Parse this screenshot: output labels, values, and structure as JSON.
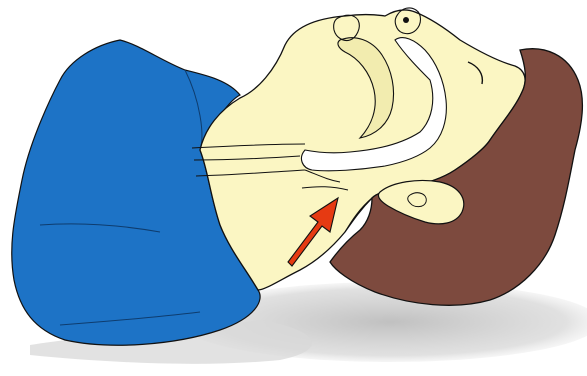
{
  "colors": {
    "background": "#ffffff",
    "skin": "#fbf6c3",
    "skin_shadow": "#f2ecaf",
    "hair": "#7d4a3e",
    "shirt": "#1d73c6",
    "shirt_shadow": "#1a64ad",
    "airway": "#ffffff",
    "outline": "#111111",
    "ground_shadow": "#c9c9c9",
    "arrow": "#e63a12"
  },
  "figure": {
    "subject": "unconscious-person-head-tilt",
    "arrow_direction": "up-right",
    "arrow_target": "larynx"
  }
}
